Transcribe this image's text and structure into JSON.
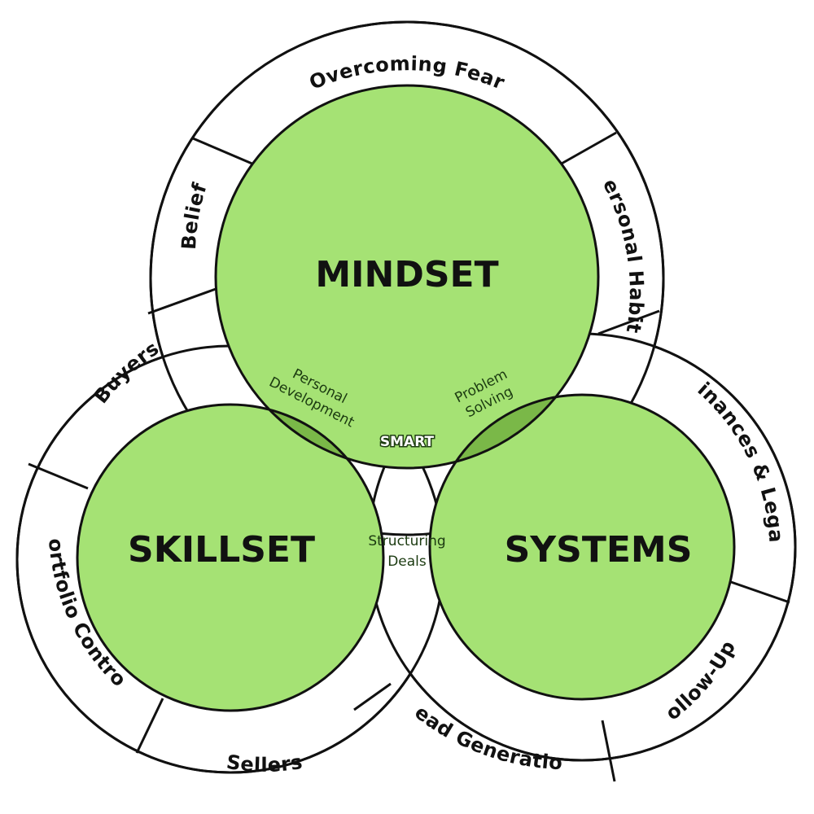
{
  "colors": {
    "circle_fill": "#a5e274",
    "pair_overlap_fill": "#7ab848",
    "center_overlap_fill": "#528d2c",
    "ring_fill": "#ffffff",
    "stroke": "#111111"
  },
  "circles": {
    "mindset": "MINDSET",
    "skillset": "SKILLSET",
    "systems": "SYSTEMS"
  },
  "overlaps": {
    "mindset_skillset": [
      "Personal",
      "Development"
    ],
    "mindset_systems": [
      "Problem",
      "Solving"
    ],
    "skillset_systems": [
      "Structuring",
      "Deals"
    ],
    "center": "SMART"
  },
  "ring_segments": {
    "overcoming_fear": "Overcoming Fear",
    "belief": "Belief",
    "personal_habits": "Personal Habits",
    "buyers": "Buyers",
    "portfolio_control": "Portfolio Control",
    "sellers": "Sellers",
    "finances_legal": "Finances & Legal",
    "follow_up": "Follow-Up",
    "lead_generation": "Lead Generation"
  }
}
